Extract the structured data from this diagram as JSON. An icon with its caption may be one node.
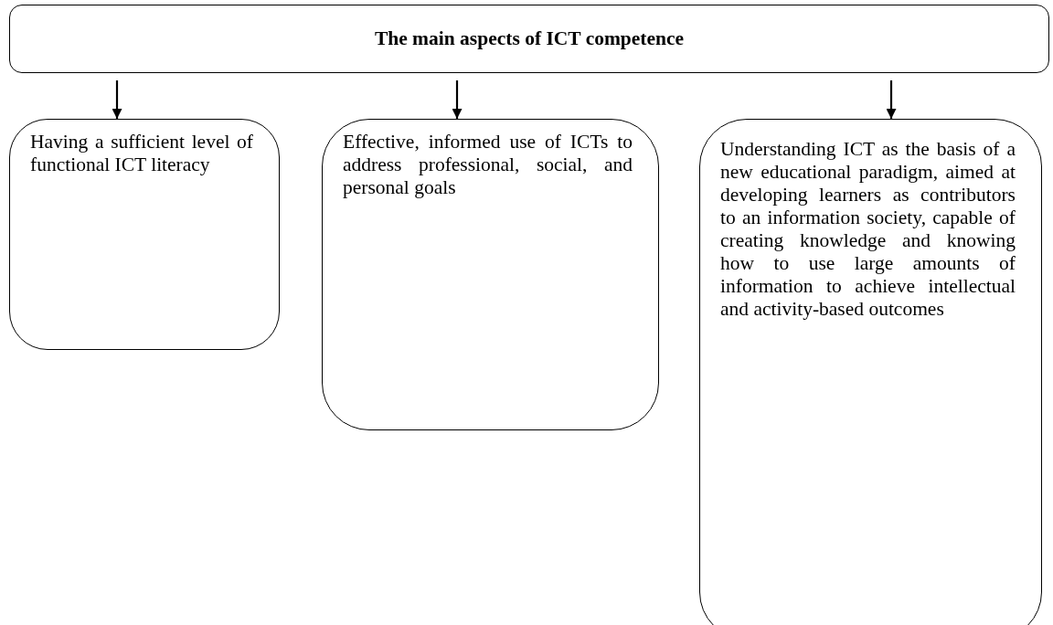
{
  "diagram": {
    "nodes": [
      {
        "text": [
          "The main aspects of ICT competence"
        ]
      },
      {
        "text": [
          "Having a sufficient level of functional ICT literacy"
        ]
      },
      {
        "text": [
          "Effective, informed use of ICTs to address professional, social, and personal goals"
        ]
      },
      {
        "text": [
          "Understanding ICT as the basis of a new educational paradigm, aimed at developing learners as contributors to an information society, capable of creating knowledge and knowing how to use large amounts of information to achieve intellectual and activity-based outcomes"
        ]
      }
    ],
    "edges": [
      {
        "from": 0,
        "to": 1,
        "arrow": "to"
      },
      {
        "from": 0,
        "to": 2,
        "arrow": "to"
      },
      {
        "from": 0,
        "to": 3,
        "arrow": "to"
      }
    ]
  }
}
